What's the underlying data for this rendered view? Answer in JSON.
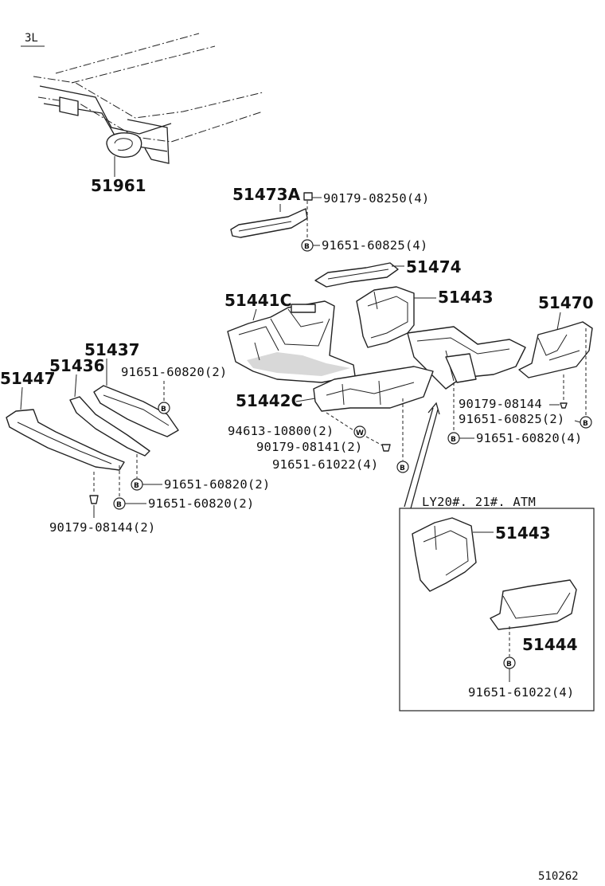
{
  "engine_label": "3L",
  "parts": {
    "p51961": "51961",
    "p51473A": "51473A",
    "p51474": "51474",
    "p51441C": "51441C",
    "p51443_main": "51443",
    "p51470": "51470",
    "p51437": "51437",
    "p51436": "51436",
    "p51447": "51447",
    "p51442C": "51442C",
    "p51443_inset": "51443",
    "p51444": "51444"
  },
  "fasteners": {
    "f_90179_08250": "90179-08250(4)",
    "f_91651_60825_4": "91651-60825(4)",
    "f_91651_60820_2_top": "91651-60820(2)",
    "f_90179_08144_right": "90179-08144",
    "f_91651_60825_2": "91651-60825(2)",
    "f_91651_60820_4": "91651-60820(4)",
    "f_94613_10800": "94613-10800(2)",
    "f_90179_08141": "90179-08141(2)",
    "f_91651_61022_main": "91651-61022(4)",
    "f_91651_60820_2_a": "91651-60820(2)",
    "f_91651_60820_2_b": "91651-60820(2)",
    "f_90179_08144_left": "90179-08144(2)",
    "f_91651_61022_inset": "91651-61022(4)"
  },
  "markers": {
    "b": "B",
    "w": "W"
  },
  "inset_title": "LY20#. 21#.  ATM",
  "diagram_code": "510262"
}
